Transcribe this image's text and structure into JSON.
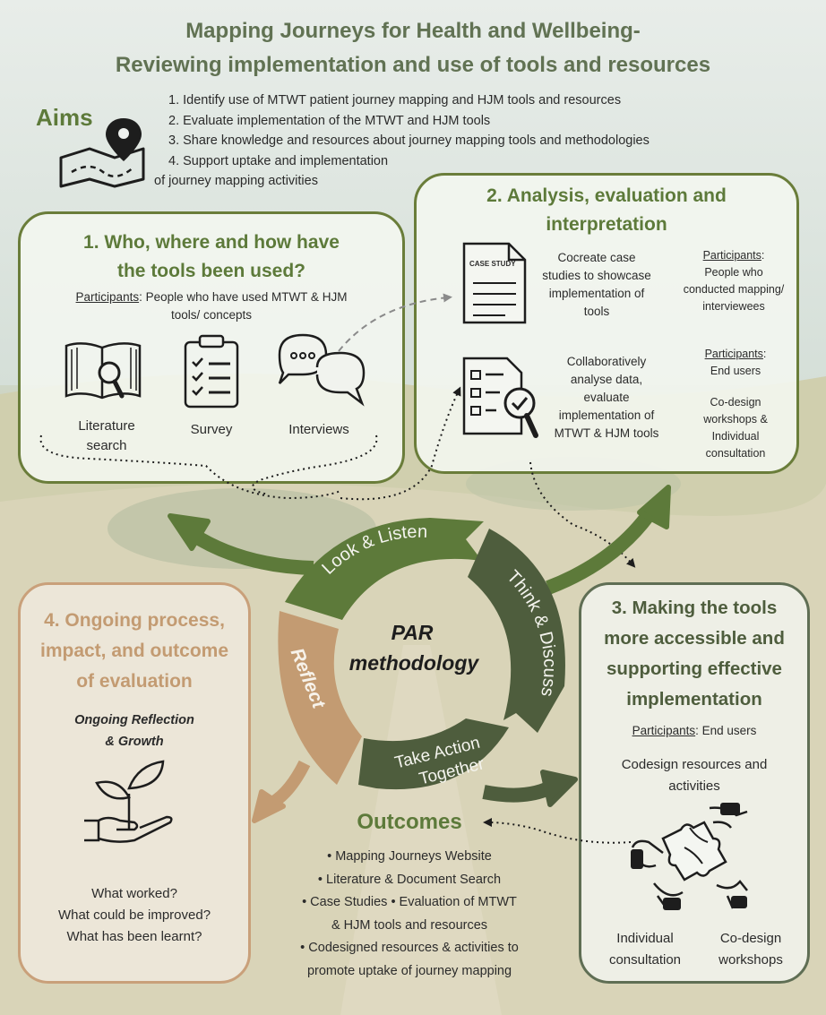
{
  "title": {
    "line1": "Mapping Journeys for Health and Wellbeing-",
    "line2": "Reviewing implementation and use of tools and resources"
  },
  "aims": {
    "heading": "Aims",
    "items": [
      "1.  Identify use of MTWT patient journey mapping and HJM tools and resources",
      "2.  Evaluate implementation of the MTWT and HJM tools",
      "3.  Share knowledge and resources about journey mapping tools and methodologies",
      "4.  Support uptake and implementation",
      "of journey mapping activities"
    ]
  },
  "box1": {
    "heading_line1": "1. Who, where and how have",
    "heading_line2": "the tools been used?",
    "participants_label": "Participants",
    "participants_text": ": People who have used MTWT & HJM",
    "participants_text2": "tools/ concepts",
    "methods": [
      "Literature",
      "search",
      "Survey",
      "Interviews"
    ]
  },
  "box2": {
    "heading_line1": "2. Analysis, evaluation and",
    "heading_line2": "interpretation",
    "case_study_label": "CASE STUDY",
    "row1_text": [
      "Cocreate case",
      "studies to showcase",
      "implementation of",
      "tools"
    ],
    "row1_participants_label": "Participants",
    "row1_participants": [
      "People who",
      "conducted mapping/",
      "interviewees"
    ],
    "row2_text": [
      "Collaboratively",
      "analyse data,",
      "evaluate",
      "implementation of",
      "MTWT & HJM tools"
    ],
    "row2_participants_label": "Participants",
    "row2_participants": [
      "End users"
    ],
    "row2_extra": [
      "Co-design",
      "workshops &",
      "Individual",
      "consultation"
    ]
  },
  "box3": {
    "heading_lines": [
      "3. Making the tools",
      "more accessible and",
      "supporting effective",
      "implementation"
    ],
    "participants_label": "Participants",
    "participants_text": ": End users",
    "codesign": [
      "Codesign resources and",
      "activities"
    ],
    "bottom_left": [
      "Individual",
      "consultation"
    ],
    "bottom_right": [
      "Co-design",
      "workshops"
    ]
  },
  "box4": {
    "heading_lines": [
      "4. Ongoing process,",
      "impact, and outcome",
      "of evaluation"
    ],
    "subheading": [
      "Ongoing Reflection",
      "& Growth"
    ],
    "questions": [
      "What worked?",
      "What could be improved?",
      "What has been learnt?"
    ]
  },
  "cycle": {
    "center_line1": "PAR",
    "center_line2": "methodology",
    "look": "Look & Listen",
    "think": "Think & Discuss",
    "take1": "Take Action",
    "take2": "Together",
    "reflect": "Reflect"
  },
  "outcomes": {
    "heading": "Outcomes",
    "lines": [
      "• Mapping Journeys Website",
      "• Literature & Document Search",
      "• Case Studies   • Evaluation of MTWT",
      "& HJM tools and resources",
      "• Codesigned resources & activities to",
      "promote uptake of journey mapping"
    ]
  },
  "colors": {
    "green": "#5d7a3a",
    "dark_green": "#4e5d3d",
    "tan": "#c39b72",
    "box3_border": "#5f6e54",
    "box4_border": "#c9a07a"
  }
}
